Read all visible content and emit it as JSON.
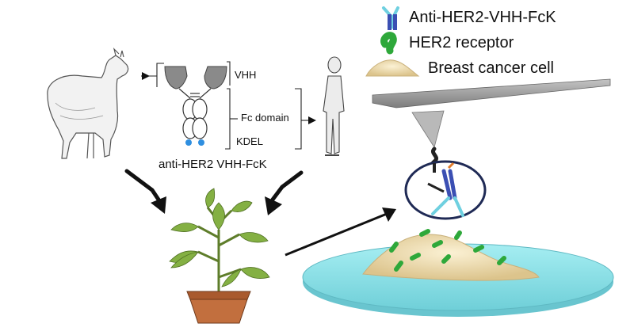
{
  "legend": {
    "antibody_label": "Anti-HER2-VHH-FcK",
    "receptor_label": "HER2 receptor",
    "cell_label": "Breast cancer cell"
  },
  "construct": {
    "vhh_label": "VHH",
    "fc_label": "Fc domain",
    "kdel_label": "KDEL",
    "caption": "anti-HER2 VHH-FcK"
  },
  "colors": {
    "antibody_blue": "#3b4fb3",
    "antibody_cyan": "#6fd0e0",
    "receptor_green": "#2ea83a",
    "cell_beige": "#efe0b4",
    "dish_cyan": "#8fe3ea",
    "cantilever_gray": "#9a9a9a",
    "vhh_gray": "#8a8a8a",
    "kdel_blue": "#2f8fe0",
    "pot_brown": "#b5673a",
    "leaf_green": "#7ba83a"
  }
}
